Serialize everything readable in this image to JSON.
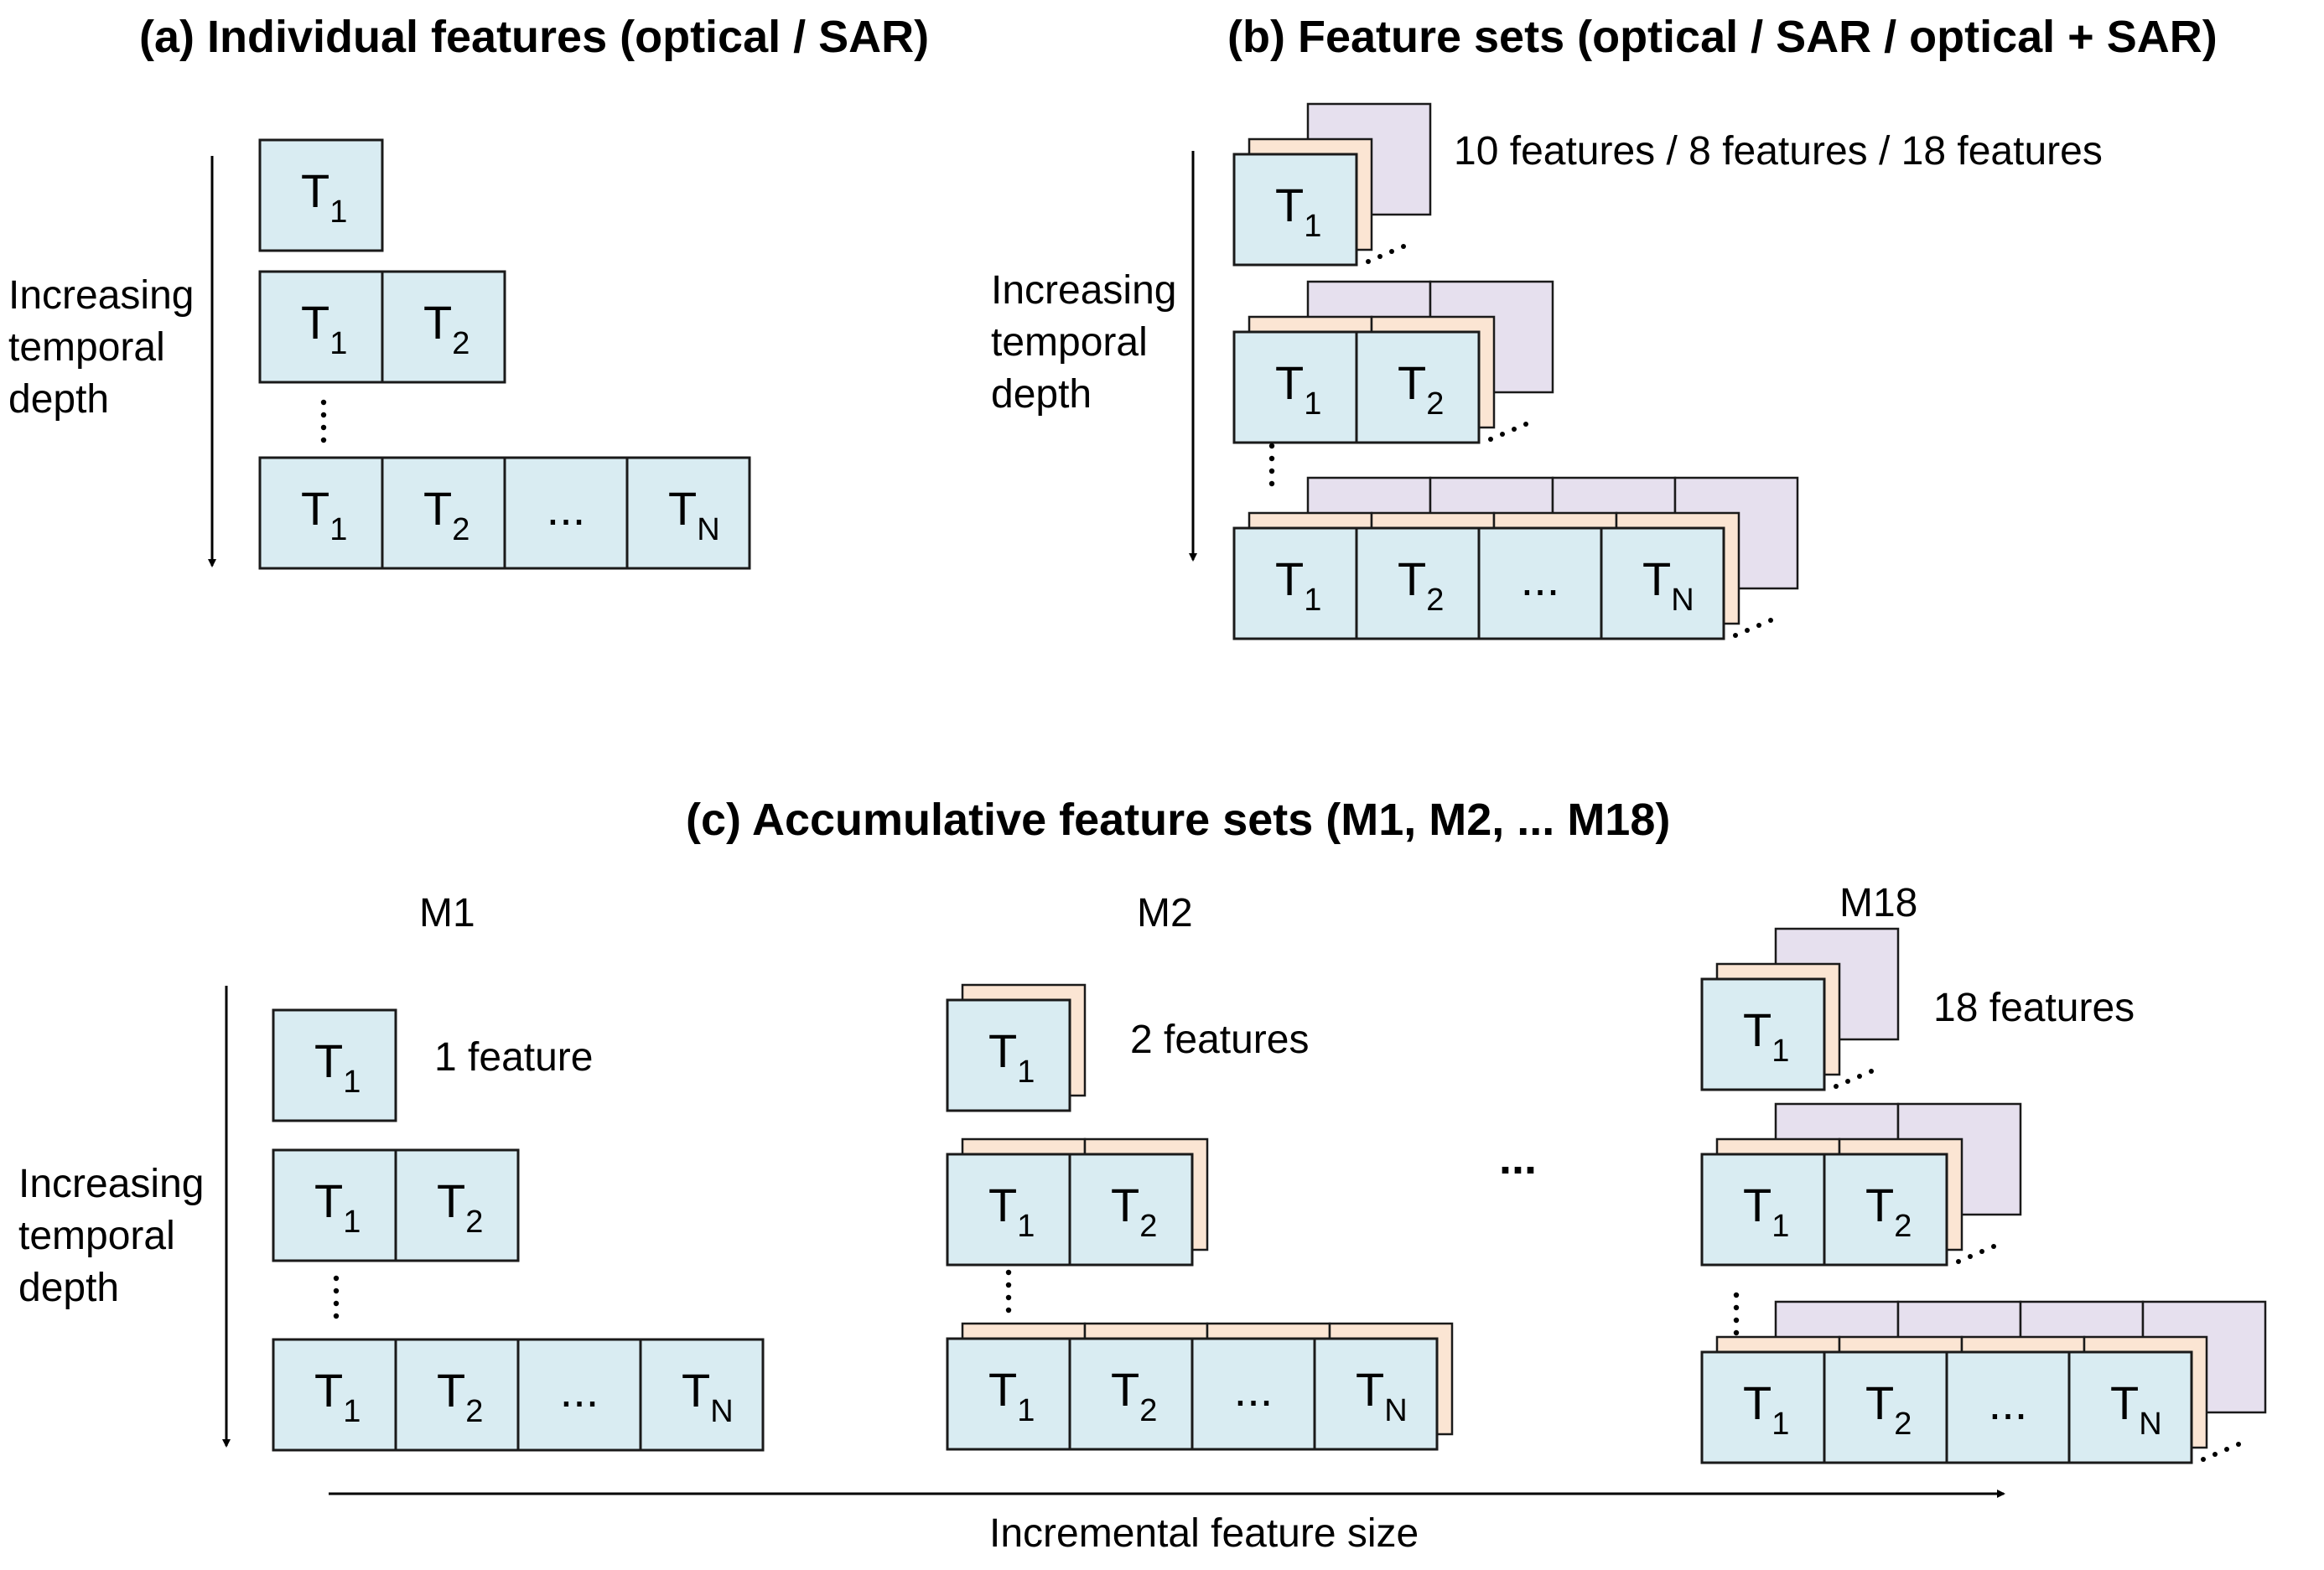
{
  "panels": {
    "a": {
      "title": "(a) Individual features (optical / SAR)",
      "axis_label": [
        "Increasing",
        "temporal",
        "depth"
      ]
    },
    "b": {
      "title": "(b) Feature sets (optical / SAR / optical + SAR)",
      "axis_label": [
        "Increasing",
        "temporal",
        "depth"
      ],
      "feature_note": "10 features / 8 features / 18 features"
    },
    "c": {
      "title": "(c) Accumulative feature sets (M1, M2, ... M18)",
      "axis_label": [
        "Increasing",
        "temporal",
        "depth"
      ],
      "models": [
        {
          "name": "M1",
          "feature_note": "1 feature"
        },
        {
          "name": "M2",
          "feature_note": "2 features"
        },
        {
          "name": "M18",
          "feature_note": "18 features"
        }
      ],
      "between_models": "...",
      "x_axis_label": "Incremental feature size"
    }
  },
  "cells": {
    "t1": {
      "base": "T",
      "sub": "1"
    },
    "t2": {
      "base": "T",
      "sub": "2"
    },
    "ellipsis": "...",
    "tn": {
      "base": "T",
      "sub": "N"
    }
  },
  "colors": {
    "front_layer": "#d9ecf2",
    "second_layer": "#fbe5d3",
    "back_layer": "#e6e0ee"
  }
}
